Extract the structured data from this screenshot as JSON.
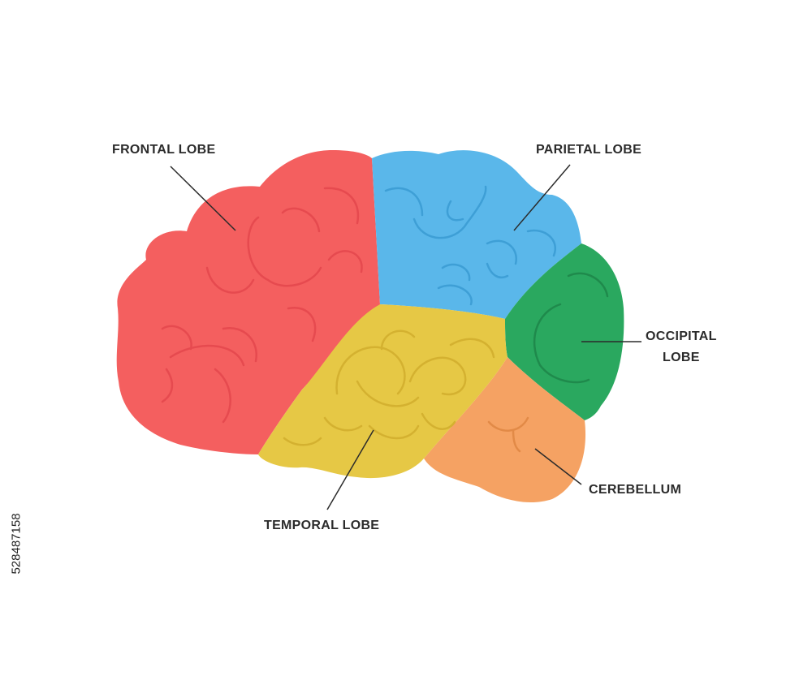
{
  "diagram": {
    "lobes": [
      {
        "id": "frontal",
        "label": "FRONTAL LOBE",
        "color": "#f45f5f"
      },
      {
        "id": "parietal",
        "label": "PARIETAL LOBE",
        "color": "#5ab7ea"
      },
      {
        "id": "occipital",
        "label_line1": "OCCIPITAL",
        "label_line2": "LOBE",
        "color": "#2aa85f"
      },
      {
        "id": "cerebellum",
        "label": "CEREBELLUM",
        "color": "#f5a263"
      },
      {
        "id": "temporal",
        "label": "TEMPORAL LOBE",
        "color": "#e6c845"
      }
    ],
    "leader_line_color": "#2b2b2b"
  },
  "stock_id": "528487158"
}
